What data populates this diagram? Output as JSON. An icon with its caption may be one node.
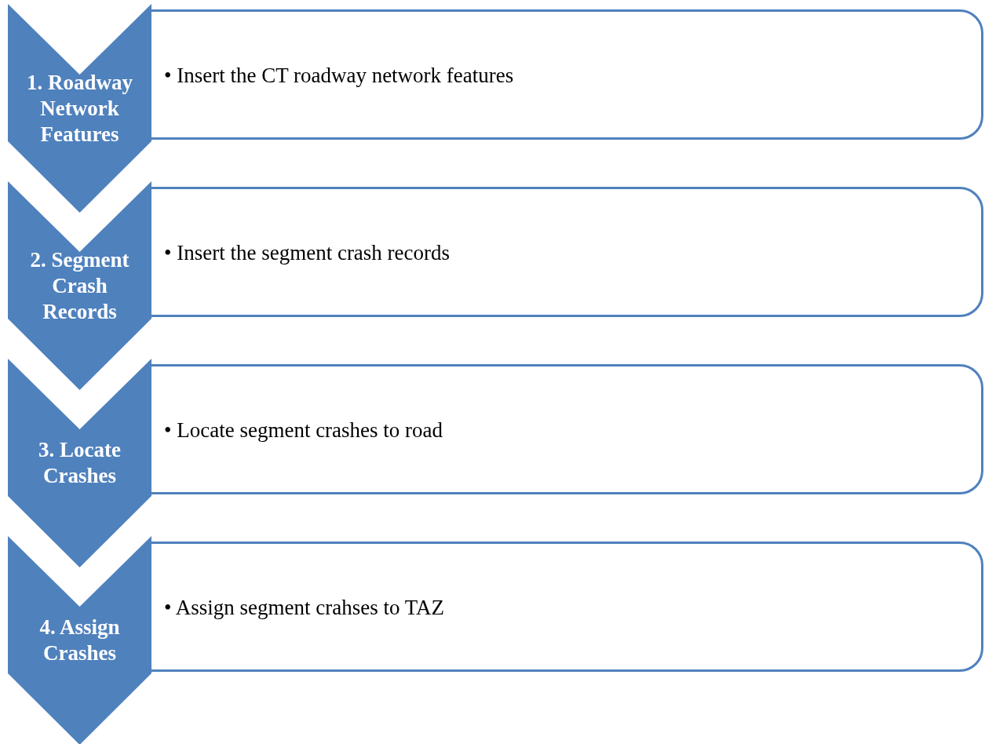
{
  "diagram": {
    "nodes": [
      {
        "text": [
          "1. Roadway Network Features"
        ]
      },
      {
        "text": [
          "• Insert the CT roadway network features"
        ]
      },
      {
        "text": [
          "2. Segment Crash Records"
        ]
      },
      {
        "text": [
          "• Insert the segment crash records"
        ]
      },
      {
        "text": [
          "3. Locate Crashes"
        ]
      },
      {
        "text": [
          "• Locate segment crashes to road"
        ]
      },
      {
        "text": [
          "4. Assign Crashes"
        ]
      },
      {
        "text": [
          "• Assign segment crahses to TAZ"
        ]
      }
    ]
  }
}
